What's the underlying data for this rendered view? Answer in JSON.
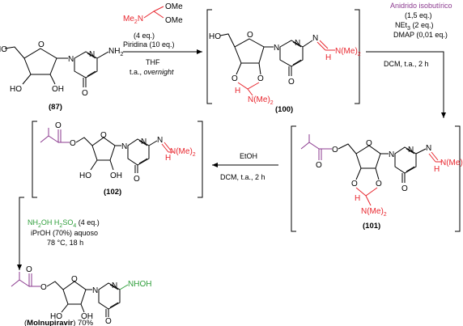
{
  "colors": {
    "reagent_red": "#e8262e",
    "isobutyryl_purple": "#8b3a8f",
    "hydroxylamine_green": "#2e9e3a"
  },
  "compounds": {
    "c87": {
      "label": "87"
    },
    "c100": {
      "label": "100"
    },
    "c101": {
      "label": "101"
    },
    "c102": {
      "label": "102"
    },
    "molnupiravir": {
      "name": "Molnupiravir",
      "yield": "70%"
    }
  },
  "atoms": {
    "HO": "HO",
    "OH": "OH",
    "O": "O",
    "N": "N",
    "NH2": "NH",
    "NH2_sub": "2",
    "H": "H",
    "NMe2": "N(Me)",
    "NMe2_sub": "2",
    "NHOH": "NHOH",
    "Me2N": "Me",
    "Me2N_sub": "2",
    "Me2N_N": "N",
    "OMe": "OMe"
  },
  "steps": {
    "step1": {
      "reagent_amount": "(4 eq.)",
      "base": "Piridina (10 eq.)",
      "solvent": "THF",
      "conditions_temp": "t.a.,",
      "conditions_time": "overnight"
    },
    "step2": {
      "reagent": "Anidrido isobutírico",
      "reagent_amount": "(1,5 eq.)",
      "base": "NEt",
      "base_sub": "3",
      "base_amount": "(2 eq.)",
      "catalyst": "DMAP (0,01 eq.)",
      "conditions": "DCM, t.a., 2 h"
    },
    "step3": {
      "reagent": "EtOH",
      "conditions": "DCM, t.a., 2 h"
    },
    "step4": {
      "reagent": "NH",
      "reagent_sub": "2",
      "reagent_rest": "OH H",
      "reagent_sub2": "2",
      "reagent_rest2": "SO",
      "reagent_sub3": "4",
      "reagent_amount": " (4 eq.)",
      "solvent": "iPrOH (70%) aquoso",
      "temp": "78 °C, 18 h"
    }
  }
}
